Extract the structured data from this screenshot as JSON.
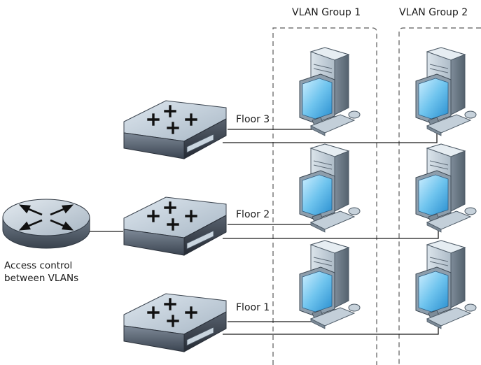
{
  "groups": [
    {
      "label": "VLAN Group 1"
    },
    {
      "label": "VLAN Group 2"
    }
  ],
  "floors": [
    {
      "label": "Floor 3"
    },
    {
      "label": "Floor 2"
    },
    {
      "label": "Floor 1"
    }
  ],
  "router": {
    "caption_line1": "Access control",
    "caption_line2": "between VLANs"
  },
  "colors": {
    "switch_top": "#c6d3de",
    "switch_side": "#6b7785",
    "switch_dark": "#2c3440",
    "router_top": "#c9d3dc",
    "monitor_screen": "#6fc4ee",
    "pc_body": "#b7c6d1",
    "line": "#1a1a1a",
    "dash": "#555555"
  }
}
